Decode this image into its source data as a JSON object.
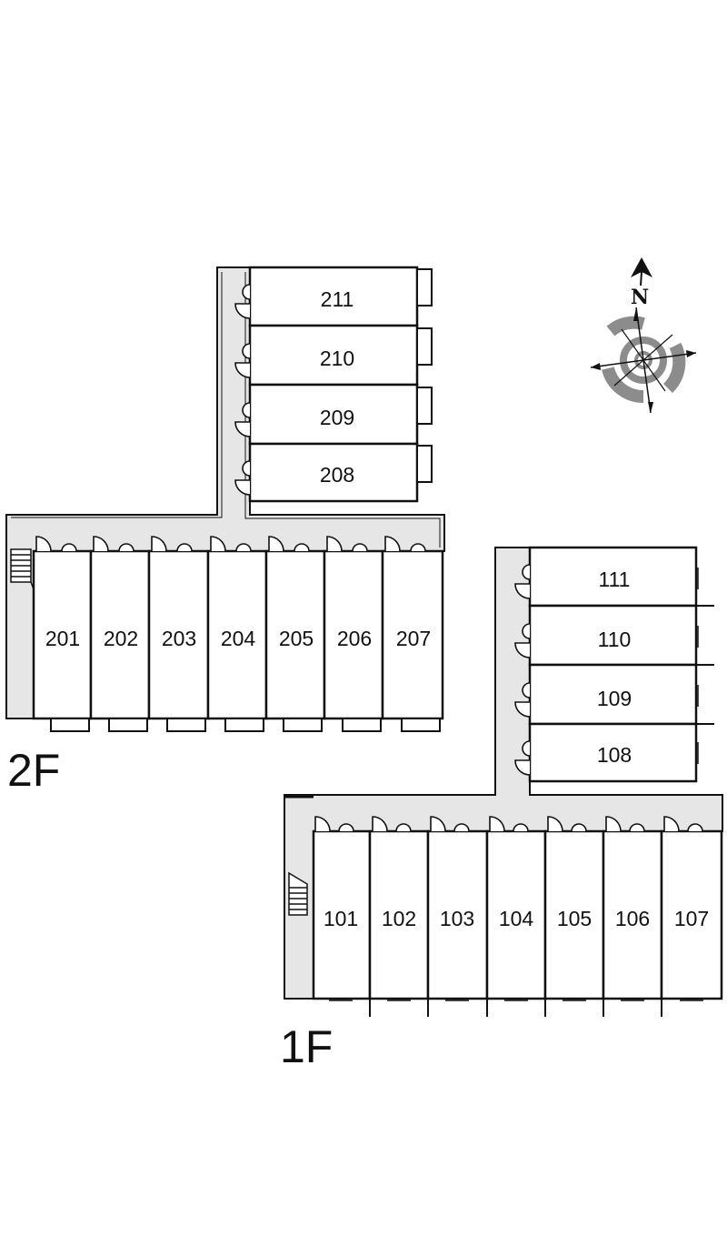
{
  "floors": [
    {
      "label": "2F",
      "rooms_row": [
        "201",
        "202",
        "203",
        "204",
        "205",
        "206",
        "207"
      ],
      "rooms_column": [
        "211",
        "210",
        "209",
        "208"
      ]
    },
    {
      "label": "1F",
      "rooms_row": [
        "101",
        "102",
        "103",
        "104",
        "105",
        "106",
        "107"
      ],
      "rooms_column": [
        "111",
        "110",
        "109",
        "108"
      ]
    }
  ],
  "compass": {
    "label": "N",
    "icon": "compass-icon"
  },
  "colors": {
    "line": "#111111",
    "corridor": "#e6e6e6",
    "compass_gray": "#8c8c8c"
  }
}
